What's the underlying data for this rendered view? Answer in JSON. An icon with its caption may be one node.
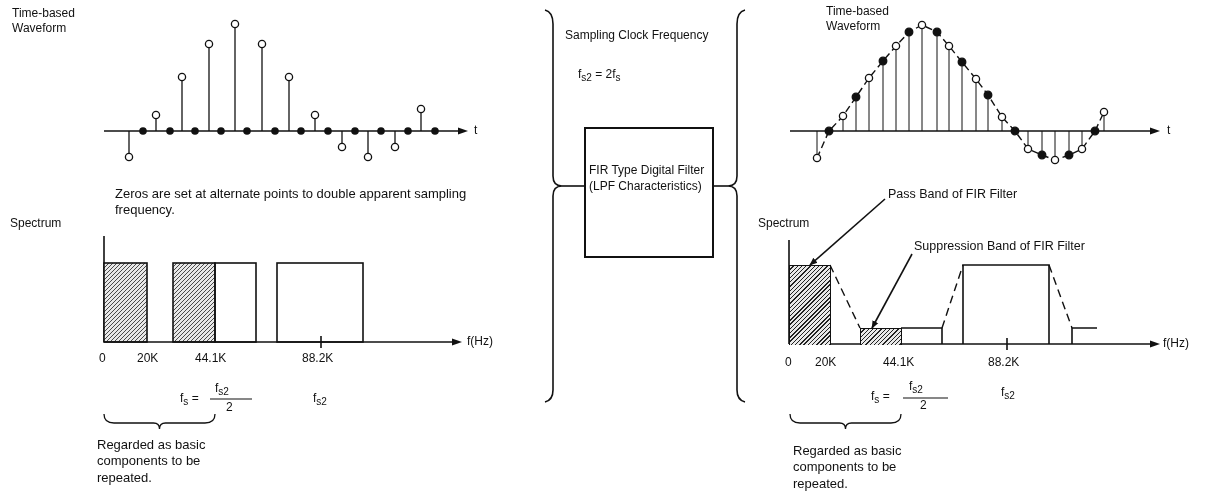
{
  "diagram": {
    "nodes": [
      {
        "text": [
          "FIR Type Digital Filter (LPF Characteristics)"
        ]
      },
      {
        "text": [
          "Pass Band of FIR Filter"
        ]
      },
      {
        "text": [
          "Suppression Band of FIR Filter"
        ]
      },
      {
        "text": [],
        "shape": "box"
      },
      {
        "text": [],
        "shape": "box"
      }
    ],
    "edges": [
      {
        "from": null,
        "to": 0,
        "arrow": "none"
      },
      {
        "from": 0,
        "to": null,
        "arrow": "none"
      },
      {
        "from": 1,
        "to": 3,
        "arrow": "to"
      },
      {
        "from": 2,
        "to": 4,
        "arrow": "to"
      }
    ],
    "labels": [
      "Time-based Waveform",
      "t",
      "Zeros are set at alternate points to double apparent sampling frequency.",
      "Spectrum",
      "0",
      "20K",
      "44.1K",
      "88.2K",
      "f(Hz)",
      "f$_{s}$ =",
      "f$_{s2}$",
      "2",
      "f$_{s2}$",
      "Regarded as basic components to be repeated.",
      "Sampling Clock Frequency",
      "f$_{s2}$ = 2f$_{s}$",
      "Time-based Waveform",
      "t",
      "Spectrum",
      "0",
      "20K",
      "44.1K",
      "88.2K",
      "f(Hz)",
      "f$_{s}$ =",
      "f$_{s2}$",
      "2",
      "f$_{s2}$",
      "Regarded as basic components to be repeated."
    ]
  }
}
